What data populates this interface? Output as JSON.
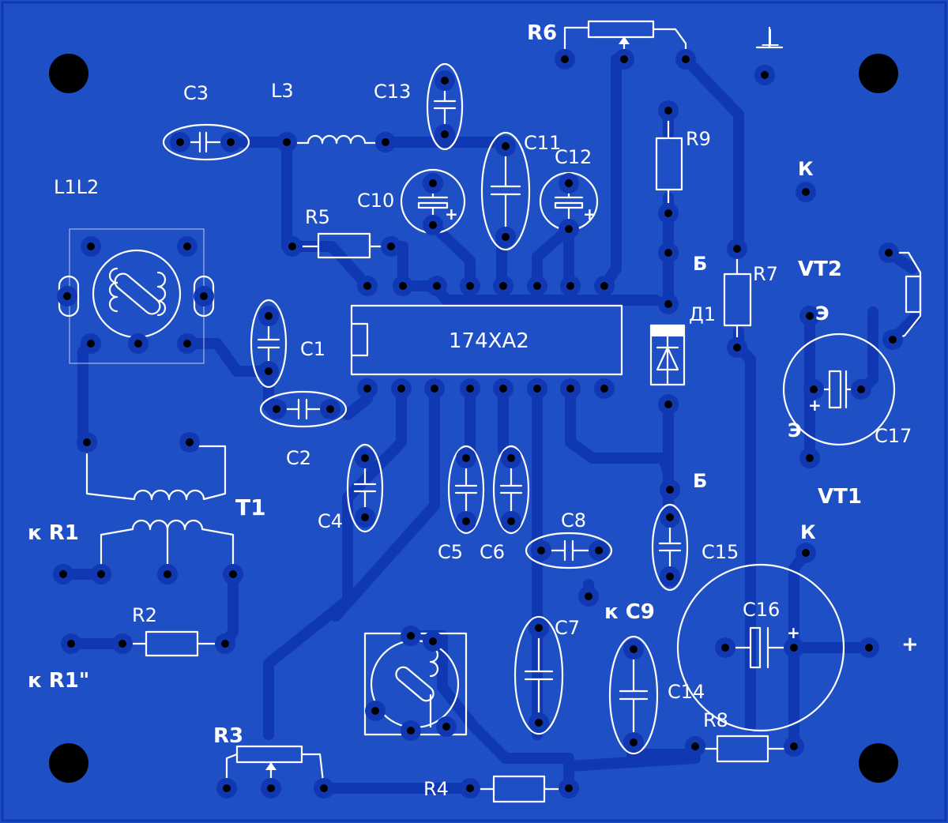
{
  "board": {
    "background": "#1f4fc4",
    "trace_color": "#1138b3",
    "silk_color": "#ffffff",
    "hole_color": "#000000",
    "ground_symbol": "⊥"
  },
  "labels": {
    "C3": "C3",
    "L3": "L3",
    "C13": "C13",
    "R6": "R6",
    "C11": "C11",
    "C12": "C12",
    "R9": "R9",
    "K_top": "К",
    "L1L2": "L1L2",
    "C10": "C10",
    "R5": "R5",
    "B_top": "Б",
    "R7": "R7",
    "VT2": "VT2",
    "E_top": "Э",
    "D1": "Д1",
    "IC": "174ХА2",
    "C1": "C1",
    "C2": "C2",
    "E_low": "Э",
    "C17": "C17",
    "T1": "T1",
    "B_mid": "Б",
    "VT1": "VT1",
    "kR1": "к R1",
    "C4": "C4",
    "C5": "C5",
    "C6": "C6",
    "C8": "C8",
    "K_mid": "К",
    "C15": "C15",
    "R2": "R2",
    "kC9": "к C9",
    "C7": "C7",
    "C16": "C16",
    "plus_out": "+",
    "kR1pp": "к R1\"",
    "C14": "C14",
    "R8": "R8",
    "R3": "R3",
    "R4": "R4",
    "plus_c10": "+",
    "plus_c12": "+",
    "plus_c17": "+",
    "plus_c16": "+"
  }
}
